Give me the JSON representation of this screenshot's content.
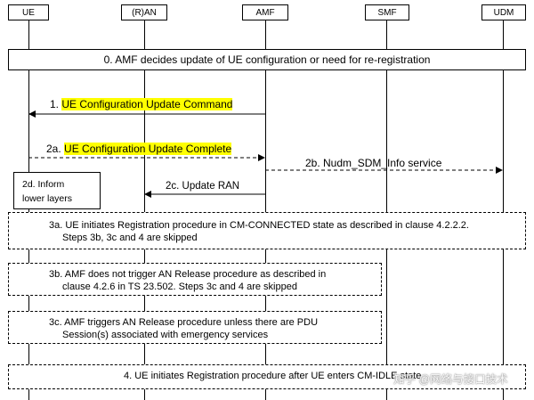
{
  "entities": [
    {
      "id": "ue",
      "label": "UE"
    },
    {
      "id": "ran",
      "label": "(R)AN"
    },
    {
      "id": "amf",
      "label": "AMF"
    },
    {
      "id": "smf",
      "label": "SMF"
    },
    {
      "id": "udm",
      "label": "UDM"
    }
  ],
  "steps": {
    "s0": "0.  AMF decides update of UE configuration or need for re-registration",
    "s1_num": "1.",
    "s1_text": "UE Configuration Update Command",
    "s2a_num": "2a.",
    "s2a_text": "UE Configuration Update Complete",
    "s2b": "2b. Nudm_SDM_Info service",
    "s2d_line1": "2d. Inform",
    "s2d_line2": "lower layers",
    "s2c": "2c. Update RAN",
    "s3a_line1": "3a. UE initiates Registration procedure in CM-CONNECTED state as described in clause 4.2.2.2.",
    "s3a_line2": "Steps 3b, 3c and 4 are skipped",
    "s3b_line1": "3b. AMF does not trigger AN Release procedure as described in",
    "s3b_line2": "clause 4.2.6 in TS 23.502. Steps 3c and 4 are skipped",
    "s3c_line1": "3c. AMF triggers AN Release procedure unless there are PDU",
    "s3c_line2": "Session(s) associated with emergency services",
    "s4": "4. UE initiates Registration procedure after UE enters CM-IDLE state"
  },
  "watermark": "知乎 @网络与接口技术",
  "colors": {
    "highlight": "#ffff00",
    "line": "#000000"
  }
}
